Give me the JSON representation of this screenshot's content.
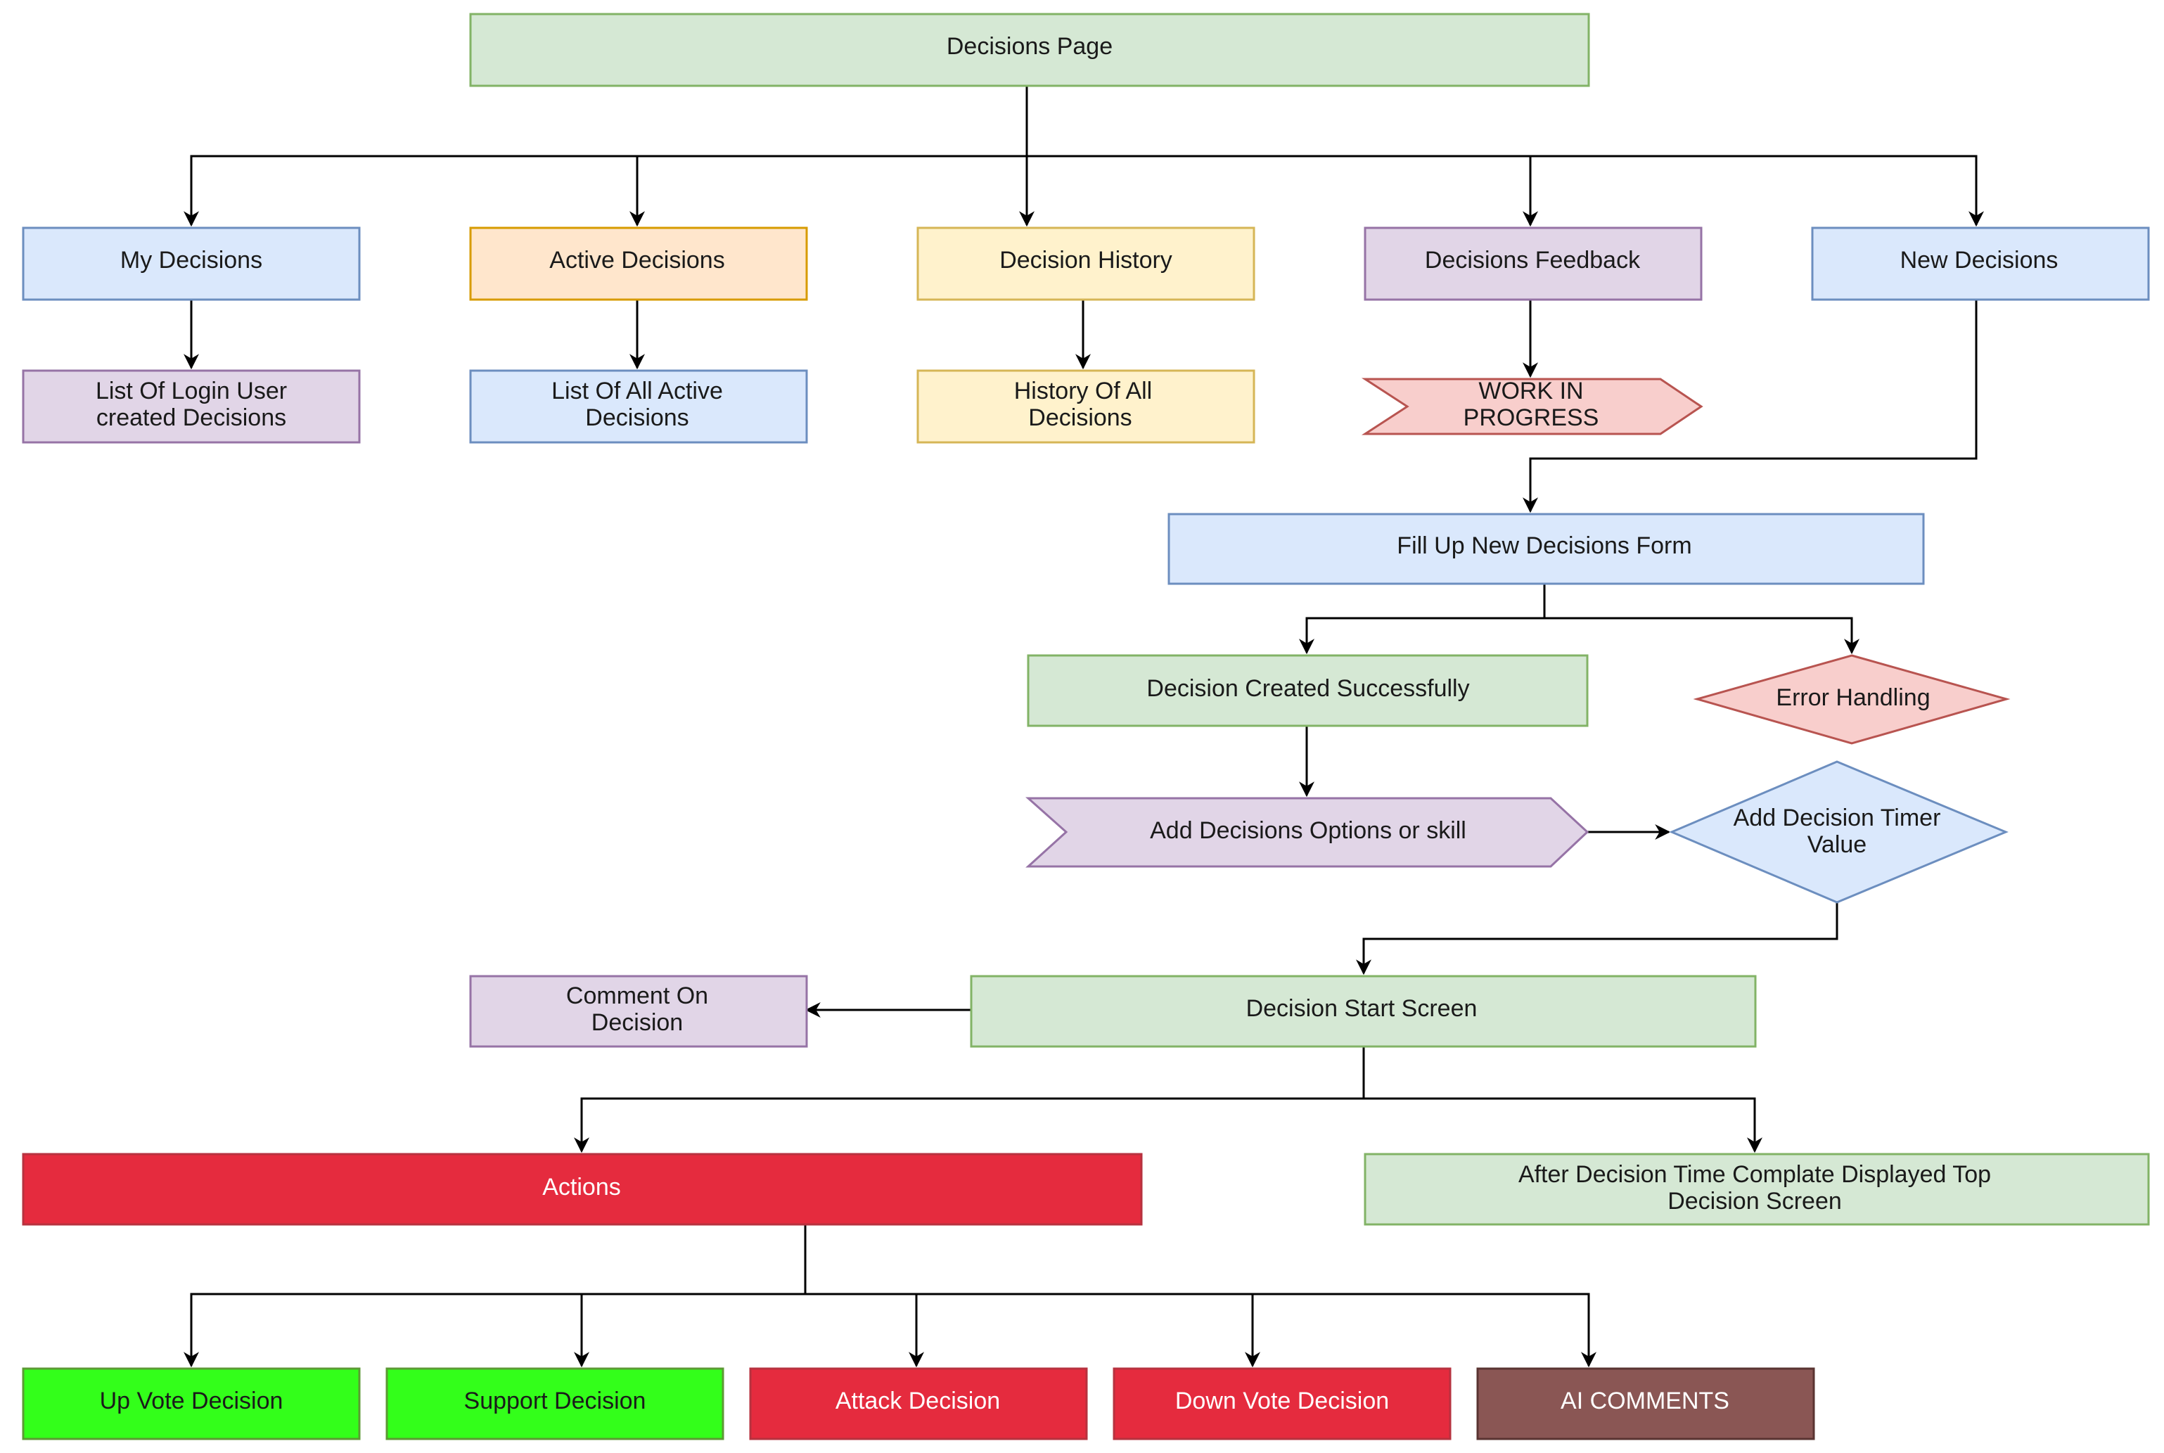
{
  "colors": {
    "green": {
      "fill": "#d5e8d4",
      "stroke": "#82b366"
    },
    "blue": {
      "fill": "#dae8fc",
      "stroke": "#6c8ebf"
    },
    "orange": {
      "fill": "#ffe6cc",
      "stroke": "#d79b00"
    },
    "yellow": {
      "fill": "#fff2cc",
      "stroke": "#d6b656"
    },
    "purple": {
      "fill": "#e1d5e7",
      "stroke": "#9673a6"
    },
    "pink": {
      "fill": "#f8cecc",
      "stroke": "#b85450"
    },
    "red": {
      "fill": "#e52b3e",
      "stroke": "#b7323f"
    },
    "bright_green": {
      "fill": "#33ff1a",
      "stroke": "#5c9a34"
    },
    "brown": {
      "fill": "#8a5654",
      "stroke": "#5a3432"
    },
    "line": "#000000"
  },
  "nodes": {
    "decisions_page": {
      "label": "Decisions Page"
    },
    "my_decisions": {
      "label": "My Decisions"
    },
    "active_decisions": {
      "label": "Active Decisions"
    },
    "decision_history": {
      "label": "Decision History"
    },
    "decisions_feedback": {
      "label": "Decisions Feedback"
    },
    "new_decisions": {
      "label": "New Decisions"
    },
    "list_login_user": {
      "line1": "List Of Login User",
      "line2": "created Decisions"
    },
    "list_all_active": {
      "line1": "List Of All Active",
      "line2": "Decisions"
    },
    "history_all": {
      "line1": "History Of All",
      "line2": "Decisions"
    },
    "work_in_progress": {
      "line1": "WORK IN",
      "line2": "PROGRESS"
    },
    "fill_up_form": {
      "label": "Fill Up New Decisions Form"
    },
    "decision_created": {
      "label": "Decision Created Successfully"
    },
    "error_handling": {
      "label": "Error Handling"
    },
    "add_options": {
      "label": "Add Decisions Options or skill"
    },
    "add_timer": {
      "line1": "Add Decision Timer",
      "line2": "Value"
    },
    "decision_start": {
      "label": "Decision Start Screen"
    },
    "comment_on": {
      "line1": "Comment On",
      "line2": "Decision"
    },
    "actions": {
      "label": "Actions"
    },
    "after_time": {
      "line1": "After Decision Time Complate Displayed Top",
      "line2": "Decision Screen"
    },
    "up_vote": {
      "label": "Up Vote Decision"
    },
    "support": {
      "label": "Support Decision"
    },
    "attack": {
      "label": "Attack Decision"
    },
    "down_vote": {
      "label": "Down Vote Decision"
    },
    "ai_comments": {
      "label": "AI COMMENTS"
    }
  }
}
